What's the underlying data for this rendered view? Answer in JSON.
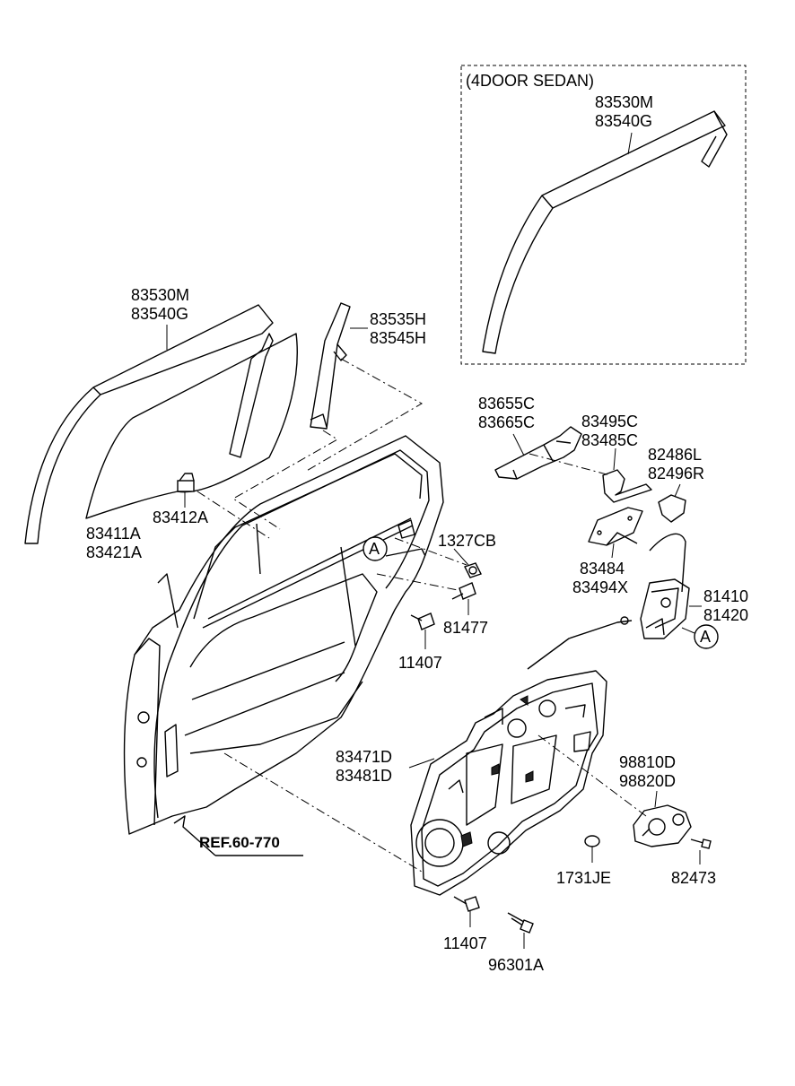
{
  "inset": {
    "title": "(4DOOR SEDAN)",
    "labels": [
      "83530M",
      "83540G"
    ]
  },
  "parts": [
    {
      "lines": [
        "83530M",
        "83540G"
      ]
    },
    {
      "lines": [
        "83535H",
        "83545H"
      ]
    },
    {
      "lines": [
        "83411A",
        "83421A"
      ]
    },
    {
      "lines": [
        "83412A"
      ]
    },
    {
      "lines": [
        "83655C",
        "83665C"
      ]
    },
    {
      "lines": [
        "83495C",
        "83485C"
      ]
    },
    {
      "lines": [
        "82486L",
        "82496R"
      ]
    },
    {
      "lines": [
        "1327CB"
      ]
    },
    {
      "lines": [
        "83484",
        "83494X"
      ]
    },
    {
      "lines": [
        "81410",
        "81420"
      ]
    },
    {
      "lines": [
        "81477"
      ]
    },
    {
      "lines": [
        "11407"
      ]
    },
    {
      "lines": [
        "83471D",
        "83481D"
      ]
    },
    {
      "lines": [
        "98810D",
        "98820D"
      ]
    },
    {
      "lines": [
        "1731JE"
      ]
    },
    {
      "lines": [
        "82473"
      ]
    },
    {
      "lines": [
        "11407"
      ]
    },
    {
      "lines": [
        "96301A"
      ]
    }
  ],
  "callouts": [
    "A",
    "A"
  ],
  "reference": "REF.60-770"
}
